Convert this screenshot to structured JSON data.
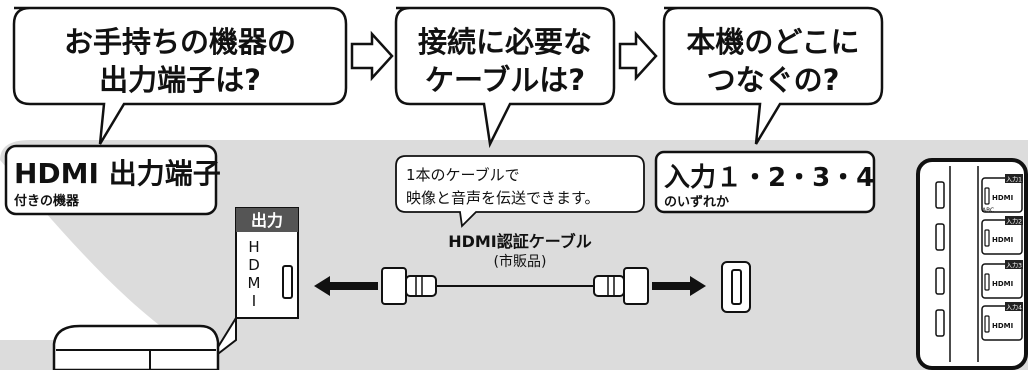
{
  "steps": [
    {
      "line1": "お手持ちの機器の",
      "line2": "出力端子は?"
    },
    {
      "line1": "接続に必要な",
      "line2": "ケーブルは?"
    },
    {
      "line1": "本機のどこに",
      "line2": "つなぐの?"
    }
  ],
  "source_box": {
    "title": "HDMI 出力端子",
    "sub": "付きの機器"
  },
  "tooltip": {
    "line1": "1本のケーブルで",
    "line2": "映像と音声を伝送できます。"
  },
  "cable": {
    "name": "HDMI認証ケーブル",
    "note": "(市販品)"
  },
  "input_box": {
    "title": "入力１・2・3・4",
    "sub": "のいずれか"
  },
  "output_panel": {
    "label": "出力",
    "letters": [
      "H",
      "D",
      "M",
      "I"
    ]
  },
  "tv_panel": {
    "labels": [
      "入力1",
      "入力2",
      "入力3",
      "入力4"
    ],
    "arc_label": "ARC",
    "hdmi_label": "HDMI"
  },
  "colors": {
    "band": "#dcdcdc",
    "dark": "#111111",
    "panel": "#ffffff"
  }
}
